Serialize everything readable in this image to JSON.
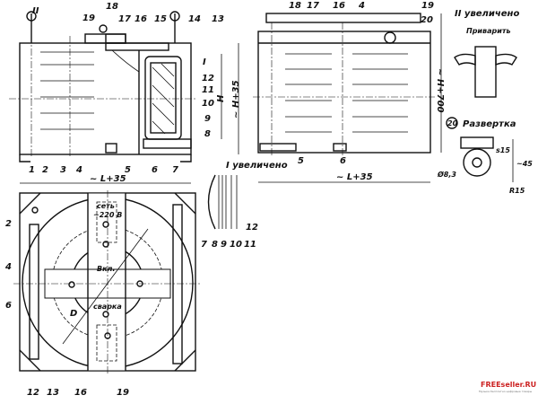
{
  "front_view": {
    "labels_top": [
      "II",
      "19",
      "18",
      "17",
      "16",
      "15",
      "14",
      "13"
    ],
    "labels_right": [
      "I",
      "12",
      "11",
      "10",
      "9",
      "8"
    ],
    "labels_bottom": [
      "1",
      "2",
      "3",
      "4",
      "5",
      "6",
      "7"
    ],
    "dim_h": "H",
    "dim_h35": "~ H+35",
    "dim_l35": "~ L+35"
  },
  "side_view": {
    "labels_top": [
      "18",
      "17",
      "16",
      "4",
      "19",
      "20"
    ],
    "labels_bottom": [
      "5",
      "6"
    ],
    "dim_h700": "~ H+700",
    "dim_l35": "~ L+35"
  },
  "detail_ii": {
    "title": "II увеличено",
    "weld": "Приварить"
  },
  "detail_20": {
    "num": "20",
    "title": "Развертка",
    "s": "s15",
    "dia": "Ø8,3",
    "r": "R15",
    "w": "~45"
  },
  "detail_i": {
    "title": "I увеличено",
    "labels": [
      "7",
      "8",
      "9",
      "10",
      "11",
      "12"
    ]
  },
  "plan_view": {
    "net": "сеть",
    "voltage": "~220 В",
    "on": "Вкл.",
    "weld": "сварка",
    "d": "D",
    "labels_left": [
      "2",
      "4",
      "6"
    ],
    "labels_bottom": [
      "12",
      "13",
      "16",
      "19"
    ]
  },
  "watermark": {
    "brand": "FREEseller.RU",
    "tagline": "Музыка бесплатно цифровые товары"
  }
}
